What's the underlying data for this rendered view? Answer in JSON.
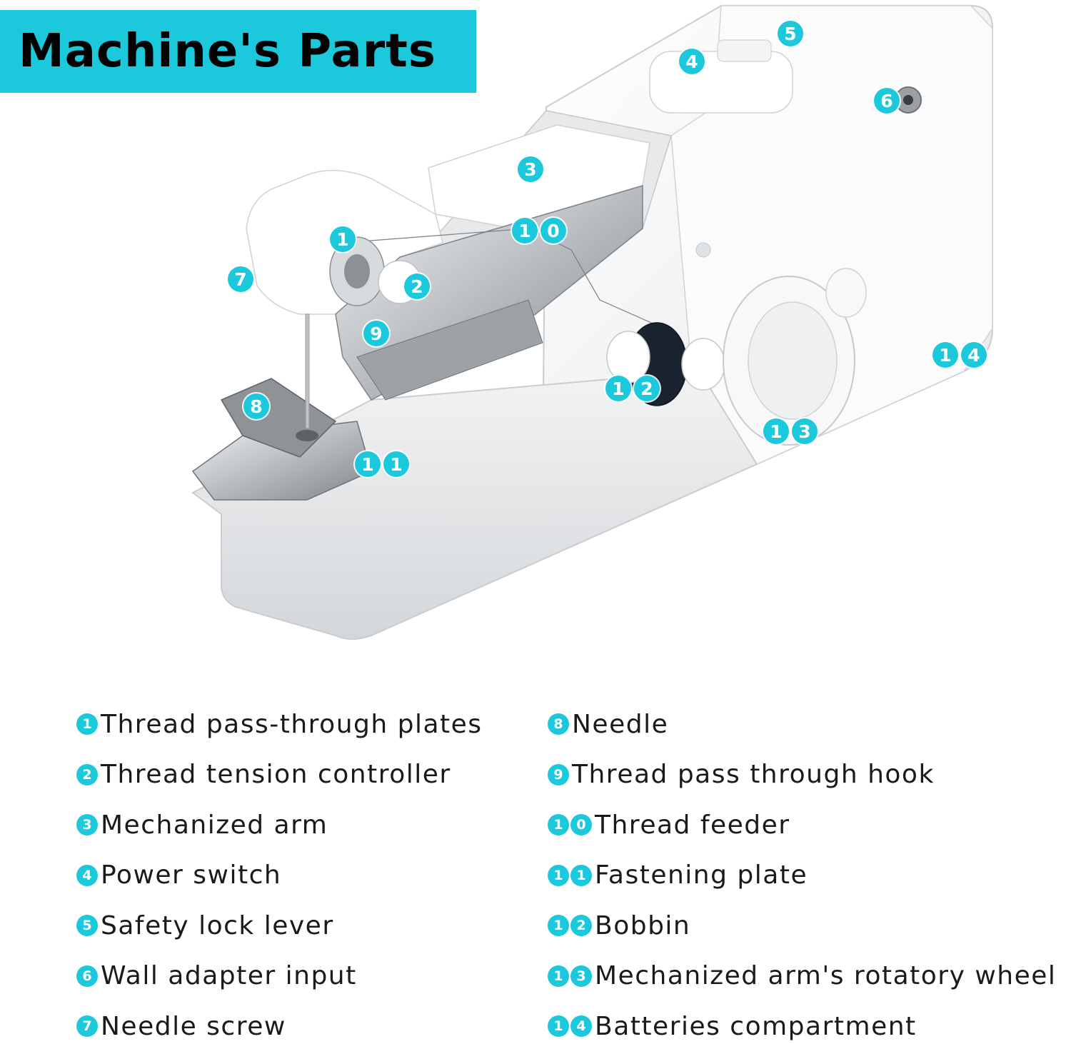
{
  "title": "Machine's Parts",
  "accent_color": "#1cc8dc",
  "markers": [
    {
      "id": "1",
      "digits": [
        "1"
      ]
    },
    {
      "id": "2",
      "digits": [
        "2"
      ]
    },
    {
      "id": "3",
      "digits": [
        "3"
      ]
    },
    {
      "id": "4",
      "digits": [
        "4"
      ]
    },
    {
      "id": "5",
      "digits": [
        "5"
      ]
    },
    {
      "id": "6",
      "digits": [
        "6"
      ]
    },
    {
      "id": "7",
      "digits": [
        "7"
      ]
    },
    {
      "id": "8",
      "digits": [
        "8"
      ]
    },
    {
      "id": "9",
      "digits": [
        "9"
      ]
    },
    {
      "id": "10",
      "digits": [
        "1",
        "0"
      ]
    },
    {
      "id": "11",
      "digits": [
        "1",
        "1"
      ]
    },
    {
      "id": "12",
      "digits": [
        "1",
        "2"
      ]
    },
    {
      "id": "13",
      "digits": [
        "1",
        "3"
      ]
    },
    {
      "id": "14",
      "digits": [
        "1",
        "4"
      ]
    }
  ],
  "legend": [
    {
      "digits": [
        "1"
      ],
      "label": "Thread pass-through plates"
    },
    {
      "digits": [
        "2"
      ],
      "label": "Thread tension controller"
    },
    {
      "digits": [
        "3"
      ],
      "label": "Mechanized arm"
    },
    {
      "digits": [
        "4"
      ],
      "label": "Power switch"
    },
    {
      "digits": [
        "5"
      ],
      "label": "Safety lock lever"
    },
    {
      "digits": [
        "6"
      ],
      "label": "Wall adapter input"
    },
    {
      "digits": [
        "7"
      ],
      "label": "Needle screw"
    },
    {
      "digits": [
        "8"
      ],
      "label": "Needle"
    },
    {
      "digits": [
        "9"
      ],
      "label": "Thread pass through hook"
    },
    {
      "digits": [
        "1",
        "0"
      ],
      "label": "Thread feeder"
    },
    {
      "digits": [
        "1",
        "1"
      ],
      "label": "Fastening plate"
    },
    {
      "digits": [
        "1",
        "2"
      ],
      "label": "Bobbin"
    },
    {
      "digits": [
        "1",
        "3"
      ],
      "label": "Mechanized arm's rotatory wheel"
    },
    {
      "digits": [
        "1",
        "4"
      ],
      "label": "Batteries compartment"
    }
  ]
}
